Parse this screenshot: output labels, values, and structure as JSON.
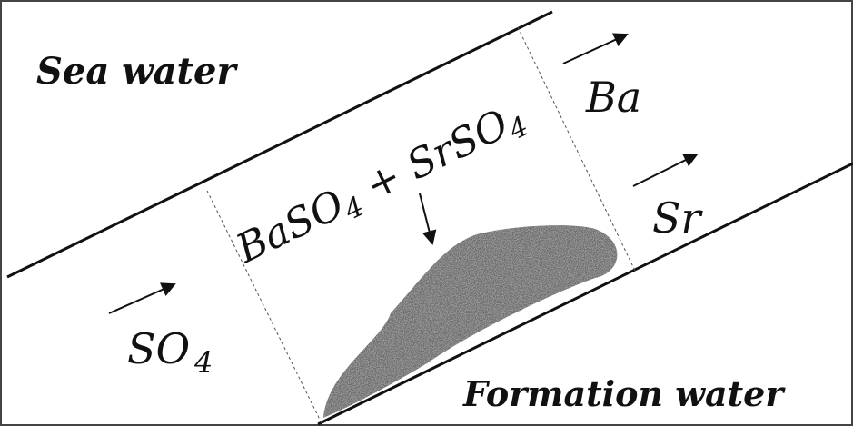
{
  "labels": {
    "sea_water": "Sea water",
    "formation_water": "Formation water",
    "precipitate_main": "BaSO",
    "precipitate_sub1": "4",
    "precipitate_plus": " + SrSO",
    "precipitate_sub2": "4",
    "ba": "Ba",
    "sr": "Sr",
    "so4_main": "SO",
    "so4_sub": "4"
  },
  "colors": {
    "ink": "#111111",
    "scale_fill": "#7a7a7a",
    "scale_dark": "#2a2a2a",
    "scale_light": "#d8d8d8"
  },
  "icons": {
    "flow_arrow": "arrow-right-up",
    "deposit_arrow": "arrow-down"
  }
}
